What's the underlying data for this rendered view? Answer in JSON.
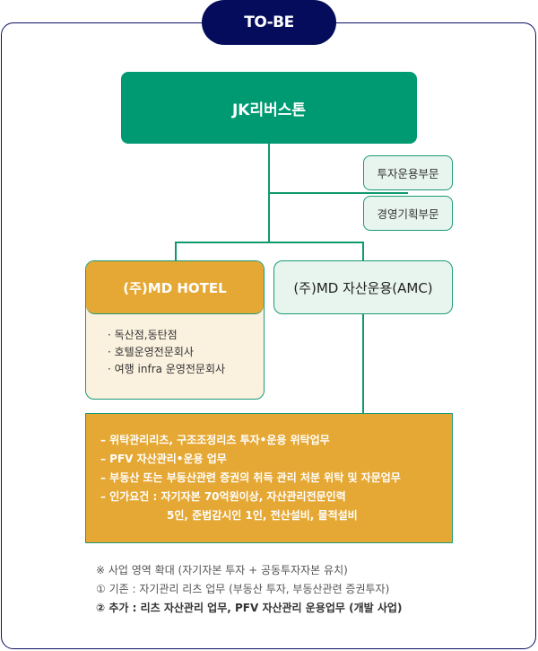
{
  "badge": "TO-BE",
  "root": "JK리버스톤",
  "departments": [
    "투자운용부문",
    "경영기획부문"
  ],
  "hotel": {
    "title": "(주)MD HOTEL",
    "items": [
      "· 독산점,동탄점",
      "· 호텔운영전문회사",
      "· 여행 infra 운영전문회사"
    ]
  },
  "amc": {
    "title": "(주)MD 자산운용(AMC)"
  },
  "business": {
    "lines": [
      "– 위탁관리리츠, 구조조정리츠 투자•운용 위탁업무",
      "– PFV 자산관리•운용 업무",
      "– 부동산 또는 부동산관련 증권의 취득 관리 처분 위탁 및 자문업무",
      "– 인가요건 :  자기자본 70억원이상, 자산관리전문인력"
    ],
    "continuation": "5인, 준법감시인 1인, 전산설비, 물적설비"
  },
  "notes": [
    "※ 사업 영역 확대 (자기자본 투자 + 공동투자자본 유치)",
    "① 기존 : 자기관리 리츠 업무 (부동산 투자, 부동산관련 증권투자)",
    "② 추가 : 리츠 자산관리 업무, PFV 자산관리 운용업무 (개발 사업)"
  ]
}
